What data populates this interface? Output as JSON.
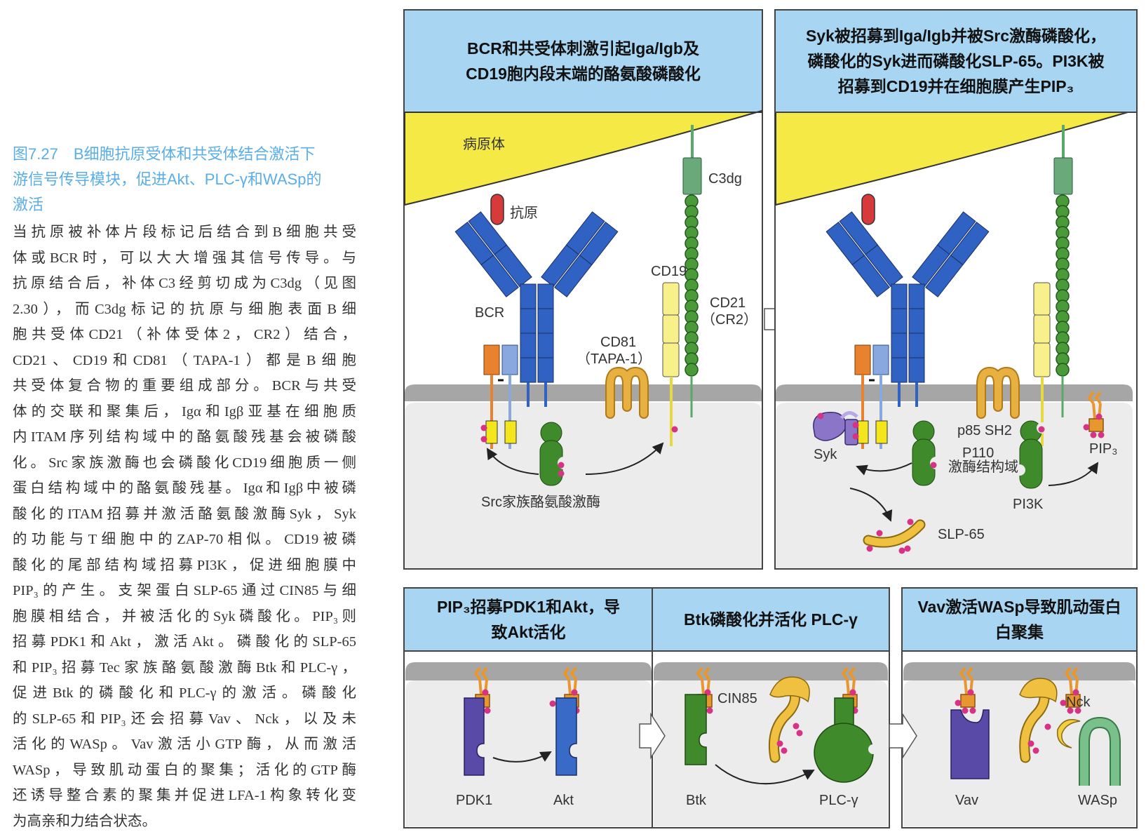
{
  "caption": {
    "lines": [
      "图7.27　B细胞抗原受体和共受体结合激活下",
      "游信号传导模块，促进Akt、PLC-γ和WASp的",
      "激活"
    ]
  },
  "body": {
    "lines": [
      "当抗原被补体片段标记后结合到B细胞共受",
      "体或BCR时，可以大大增强其信号传导。与",
      "抗原结合后，补体C3经剪切成为C3dg（见图",
      "2.30），而C3dg标记的抗原与细胞表面B细",
      "胞共受体CD21（补体受体2，CR2）结合，",
      "CD21、CD19和CD81（TAPA-1）都是B细胞",
      "共受体复合物的重要组成部分。BCR与共受",
      "体的交联和聚集后，Igα和Igβ亚基在细胞质",
      "内ITAM序列结构域中的酪氨酸残基会被磷酸",
      "化。Src家族激酶也会磷酸化CD19细胞质一侧",
      "蛋白结构域中的酪氨酸残基。Igα和Igβ中被磷",
      "酸化的ITAM招募并激活酪氨酸激酶Syk，Syk",
      "的功能与T细胞中的ZAP-70相似。CD19被磷",
      "酸化的尾部结构域招募PI3K，促进细胞膜中",
      "PIP₃的产生。支架蛋白SLP-65通过CIN85与细",
      "胞膜相结合，并被活化的Syk磷酸化。PIP₃则",
      "招募PDK1和Akt，激活Akt。磷酸化的SLP-65",
      "和PIP₃招募Tec家族酪氨酸激酶Btk和PLC-γ，",
      "促进Btk的磷酸化和PLC-γ的激活。磷酸化",
      "的SLP-65和PIP₃还会招募Vav、Nck，以及未",
      "活化的WASp。Vav激活小GTP酶，从而激活",
      "WASp，导致肌动蛋白的聚集；活化的GTP酶",
      "还诱导整合素的聚集并促进LFA-1构象转化变",
      "为高亲和力结合状态。"
    ]
  },
  "panels": {
    "a": {
      "header": [
        "BCR和共受体刺激引起Iga/Igb及",
        "CD19胞内段末端的酪氨酸磷酸化"
      ],
      "labels": {
        "pathogen": "病原体",
        "antigen": "抗原",
        "c3dg": "C3dg",
        "cd19": "CD19",
        "cd21": "CD21",
        "cr2": "（CR2）",
        "bcr": "BCR",
        "cd81": "CD81",
        "tapa": "（TAPA-1）",
        "src": "Src家族酪氨酸激酶"
      }
    },
    "b": {
      "header": [
        "Syk被招募到Iga/Igb并被Src激酶磷酸化，",
        "磷酸化的Syk进而磷酸化SLP-65。PI3K被",
        "招募到CD19并在细胞膜产生PIP₃"
      ],
      "labels": {
        "syk": "Syk",
        "p85": "p85 SH2",
        "p110": "P110",
        "kinase_domain": "激酶结构域",
        "pi3k": "PI3K",
        "pip3": "PIP₃",
        "slp65": "SLP-65"
      }
    },
    "c": {
      "header": [
        "PIP₃招募PDK1和Akt，导",
        "致Akt活化"
      ],
      "labels": {
        "pdk1": "PDK1",
        "akt": "Akt"
      }
    },
    "d": {
      "header": [
        "Btk磷酸化并活化 PLC-γ"
      ],
      "labels": {
        "cin85": "CIN85",
        "btk": "Btk",
        "plcg": "PLC-γ"
      }
    },
    "e": {
      "header": [
        "Vav激活WASp导致肌动蛋白",
        "白聚集"
      ],
      "labels": {
        "nck": "Nck",
        "vav": "Vav",
        "wasp": "WASp"
      }
    }
  },
  "colors": {
    "header_bg": "#a8d5f2",
    "pathogen": "#f5ea45",
    "bcr": "#2f62c3",
    "phospho": "#d63384",
    "kinase_green": "#3f8a2a",
    "membrane": "#a6a6a6",
    "cytoplasm": "#ececec"
  }
}
